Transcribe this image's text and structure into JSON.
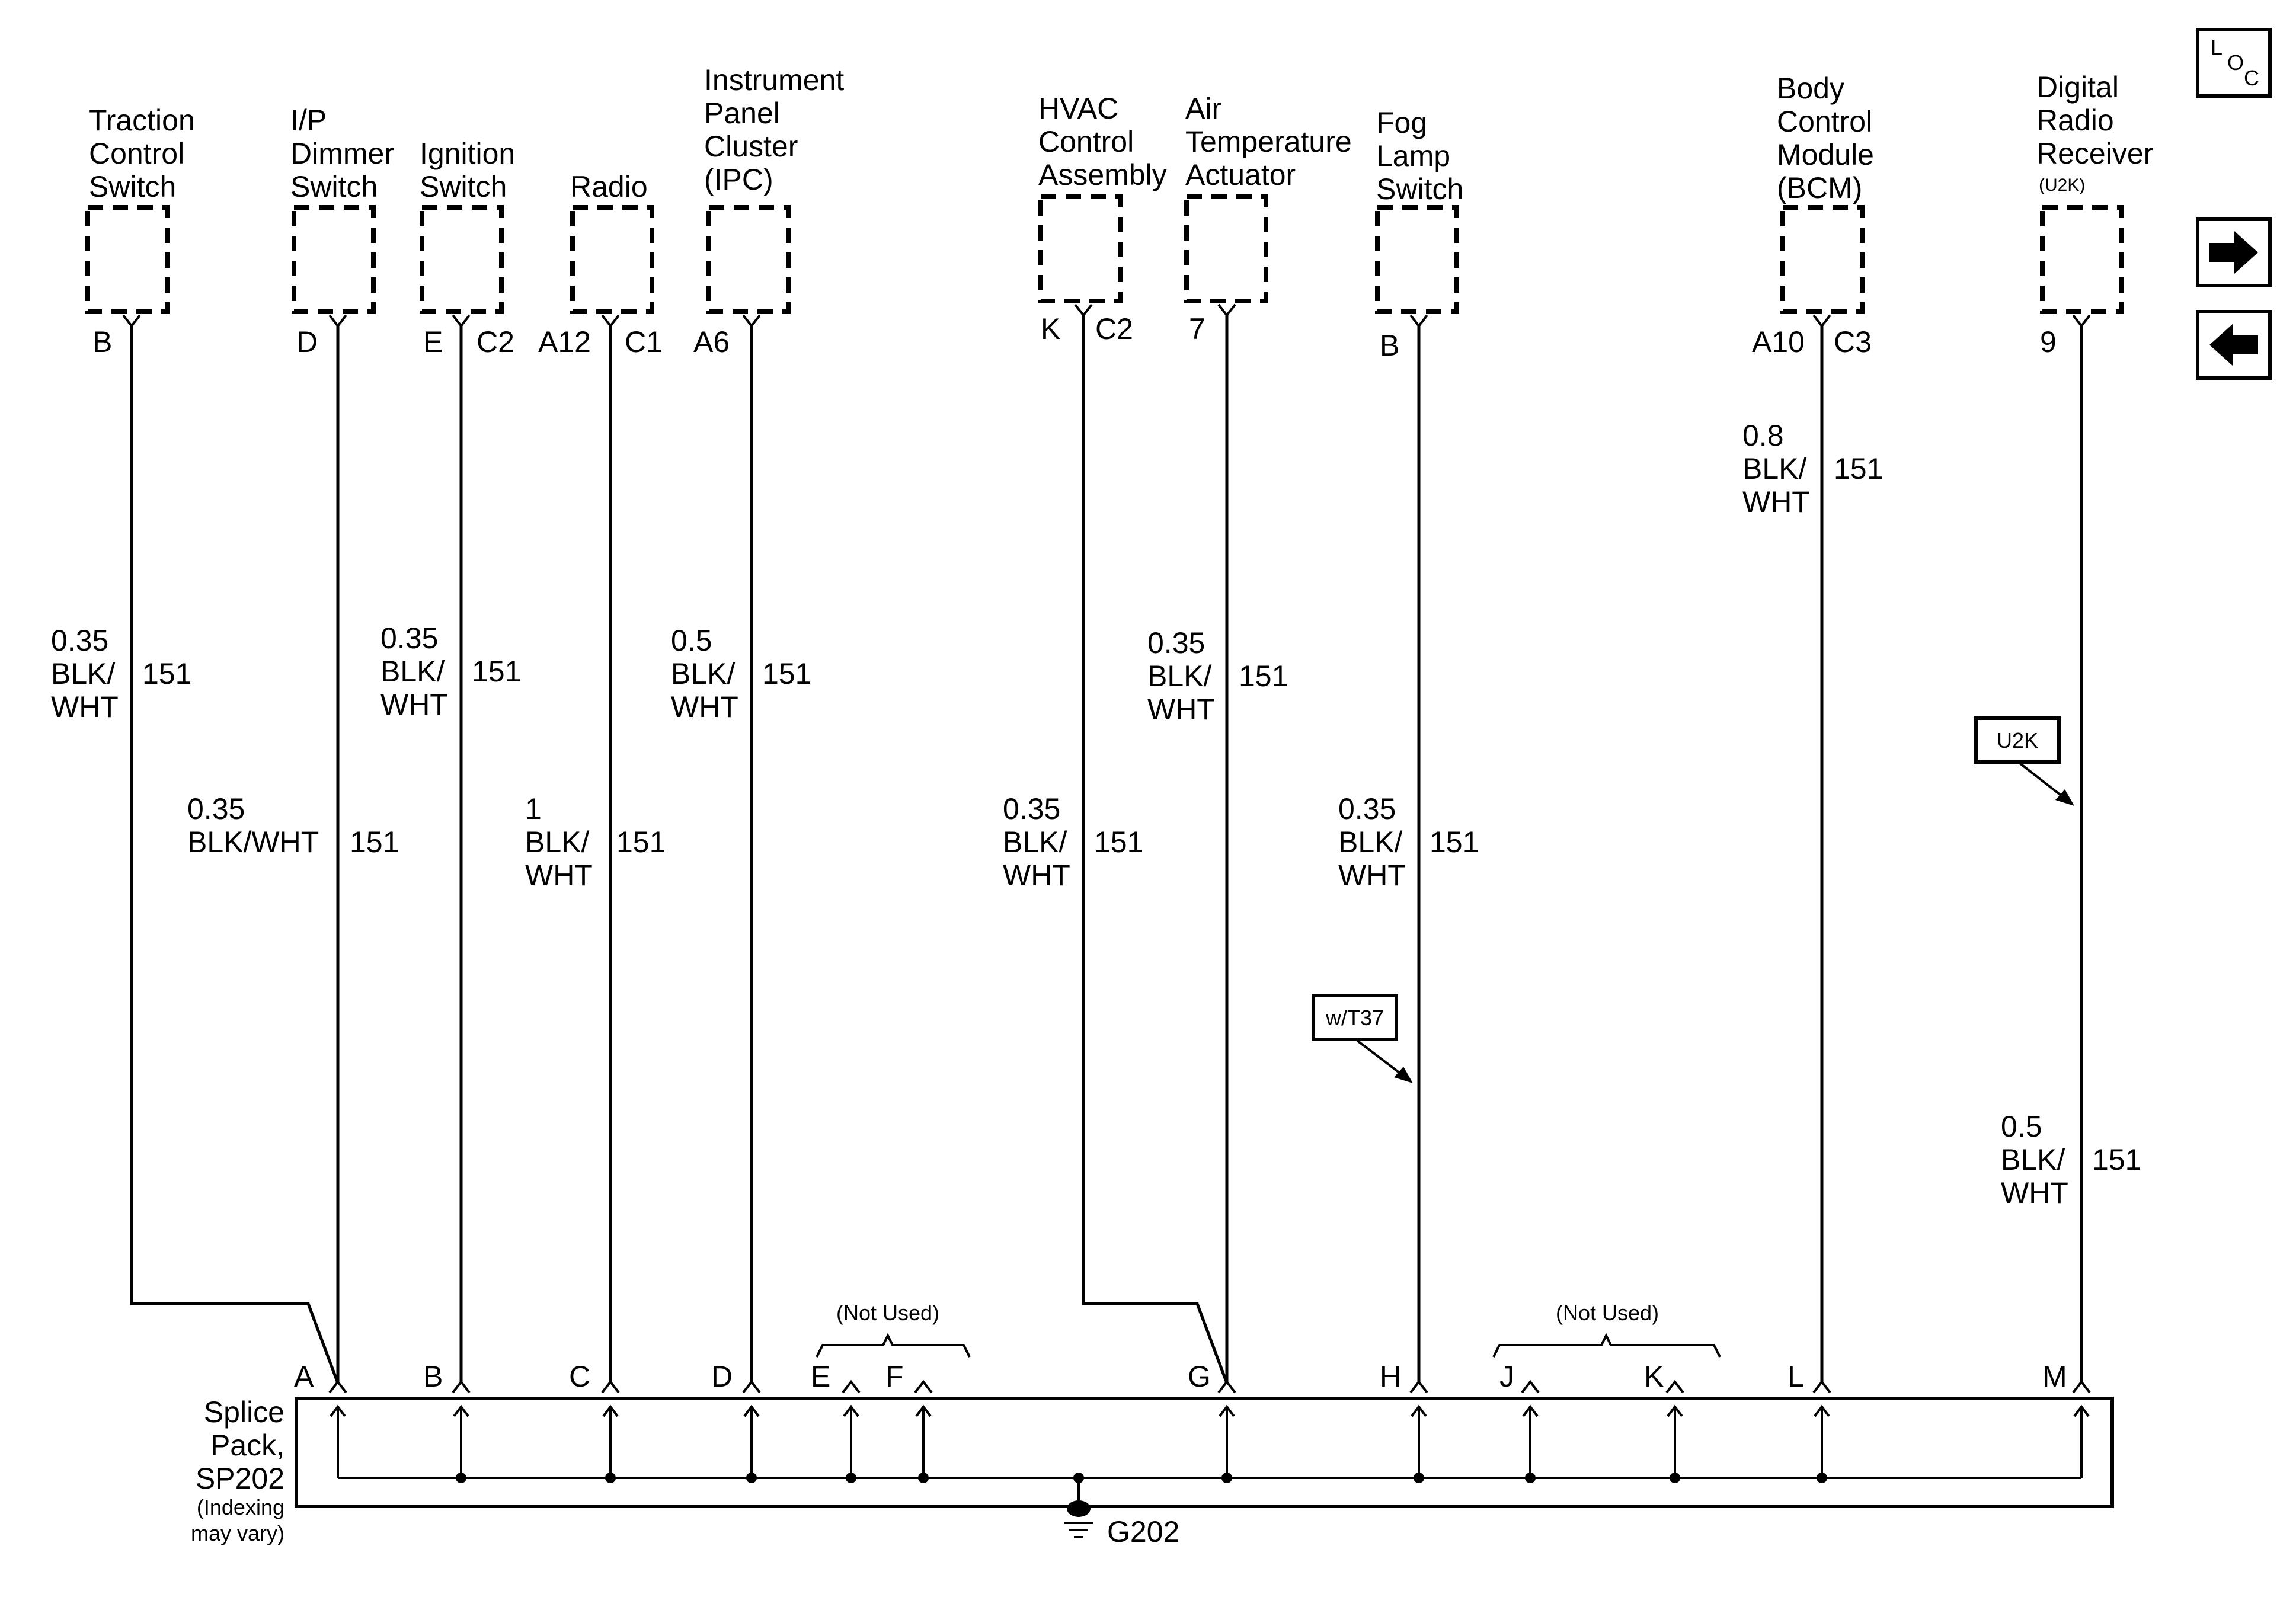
{
  "components": [
    {
      "id": "traction",
      "lines": [
        "Traction",
        "Control",
        "Switch"
      ]
    },
    {
      "id": "ip-dimmer",
      "lines": [
        "I/P",
        "Dimmer",
        "Switch"
      ]
    },
    {
      "id": "ignition",
      "lines": [
        "Ignition",
        "Switch"
      ]
    },
    {
      "id": "radio",
      "lines": [
        "Radio"
      ]
    },
    {
      "id": "ipc",
      "lines": [
        "Instrument",
        "Panel",
        "Cluster",
        "(IPC)"
      ]
    },
    {
      "id": "hvac",
      "lines": [
        "HVAC",
        "Control",
        "Assembly"
      ]
    },
    {
      "id": "air-temp",
      "lines": [
        "Air",
        "Temperature",
        "Actuator"
      ]
    },
    {
      "id": "fog-lamp",
      "lines": [
        "Fog",
        "Lamp",
        "Switch"
      ]
    },
    {
      "id": "bcm",
      "lines": [
        "Body",
        "Control",
        "Module",
        "(BCM)"
      ]
    },
    {
      "id": "digital-radio",
      "lines": [
        "Digital",
        "Radio",
        "Receiver"
      ],
      "sub": "(U2K)"
    }
  ],
  "pins": [
    {
      "component": "traction",
      "labels": [
        "B"
      ]
    },
    {
      "component": "ip-dimmer",
      "labels": [
        "D"
      ]
    },
    {
      "component": "ignition",
      "labels": [
        "E",
        "C2"
      ]
    },
    {
      "component": "radio",
      "labels": [
        "A12",
        "C1"
      ]
    },
    {
      "component": "ipc",
      "labels": [
        "A6"
      ]
    },
    {
      "component": "hvac",
      "labels": [
        "K",
        "C2"
      ]
    },
    {
      "component": "air-temp",
      "labels": [
        "7"
      ]
    },
    {
      "component": "fog-lamp",
      "labels": [
        "B"
      ]
    },
    {
      "component": "bcm",
      "labels": [
        "A10",
        "C3"
      ]
    },
    {
      "component": "digital-radio",
      "labels": [
        "9"
      ]
    }
  ],
  "wires": [
    {
      "component": "traction",
      "size": "0.35",
      "color_lines": [
        "BLK/",
        "WHT"
      ],
      "circuit": "151"
    },
    {
      "component": "ip-dimmer",
      "size": "0.35",
      "color_lines": [
        "BLK/WHT"
      ],
      "circuit": "151"
    },
    {
      "component": "ignition",
      "size": "0.35",
      "color_lines": [
        "BLK/",
        "WHT"
      ],
      "circuit": "151"
    },
    {
      "component": "radio",
      "size": "1",
      "color_lines": [
        "BLK/",
        "WHT"
      ],
      "circuit": "151"
    },
    {
      "component": "ipc",
      "size": "0.5",
      "color_lines": [
        "BLK/",
        "WHT"
      ],
      "circuit": "151"
    },
    {
      "component": "hvac",
      "size": "0.35",
      "color_lines": [
        "BLK/",
        "WHT"
      ],
      "circuit": "151"
    },
    {
      "component": "air-temp",
      "size": "0.35",
      "color_lines": [
        "BLK/",
        "WHT"
      ],
      "circuit": "151"
    },
    {
      "component": "fog-lamp",
      "size": "0.35",
      "color_lines": [
        "BLK/",
        "WHT"
      ],
      "circuit": "151"
    },
    {
      "component": "bcm",
      "size": "0.8",
      "color_lines": [
        "BLK/",
        "WHT"
      ],
      "circuit": "151"
    },
    {
      "component": "digital-radio",
      "size": "0.5",
      "color_lines": [
        "BLK/",
        "WHT"
      ],
      "circuit": "151"
    }
  ],
  "options": [
    {
      "label": "w/T37",
      "applies_to": "fog-lamp"
    },
    {
      "label": "U2K",
      "applies_to": "digital-radio"
    }
  ],
  "splice_pack": {
    "title_lines": [
      "Splice",
      "Pack,",
      "SP202"
    ],
    "note_lines": [
      "(Indexing",
      "may vary)"
    ],
    "terminals": [
      "A",
      "B",
      "C",
      "D",
      "E",
      "F",
      "G",
      "H",
      "J",
      "K",
      "L",
      "M"
    ],
    "not_used_label": "(Not Used)"
  },
  "ground": {
    "label": "G202"
  },
  "nav": {
    "loc_label": [
      "L",
      "O",
      "C"
    ],
    "next_icon": "arrow-right-icon",
    "prev_icon": "arrow-left-icon"
  }
}
